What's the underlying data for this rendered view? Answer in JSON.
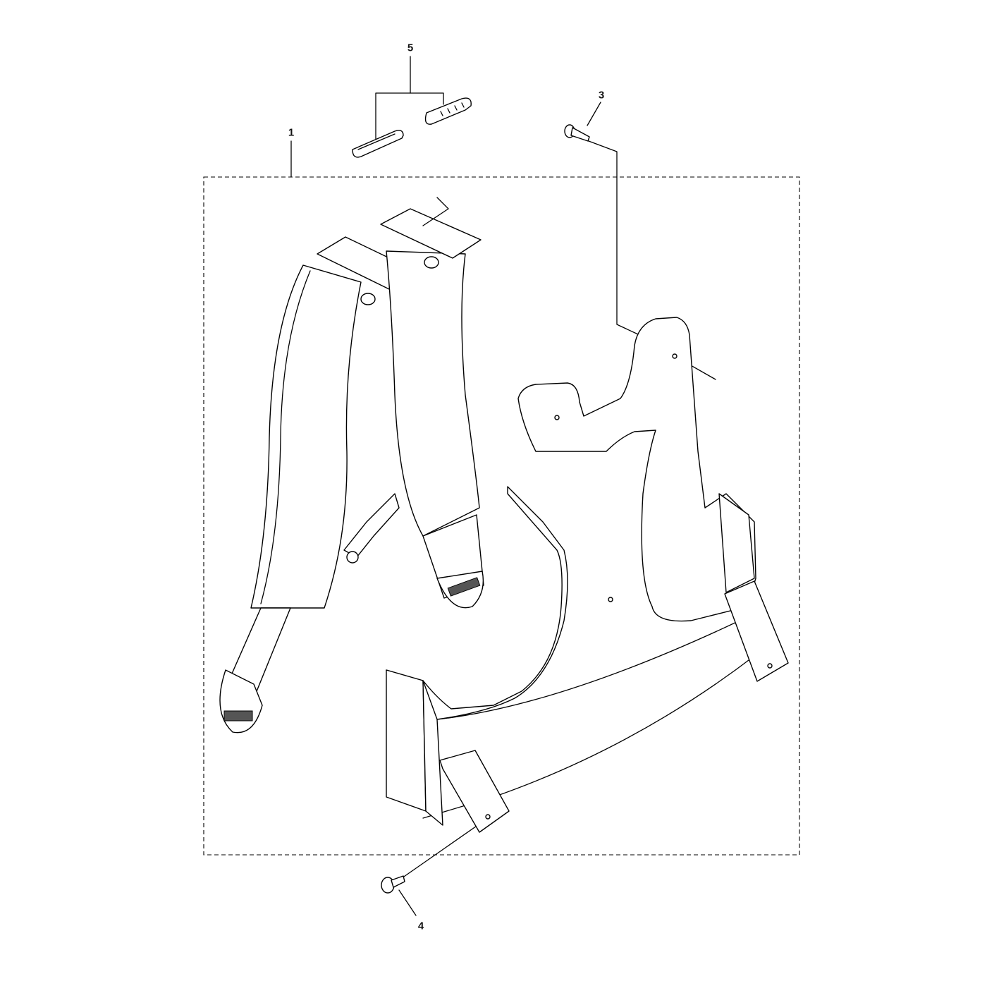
{
  "diagram": {
    "type": "exploded-parts-diagram",
    "callouts": [
      {
        "id": "1",
        "label": "1",
        "part": "harness-assembly"
      },
      {
        "id": "3",
        "label": "3",
        "part": "screw-top"
      },
      {
        "id": "4",
        "label": "4",
        "part": "screw-bottom"
      },
      {
        "id": "5",
        "label": "5",
        "part": "strap-clips"
      }
    ],
    "line_color": "#000000",
    "background": "#ffffff"
  }
}
